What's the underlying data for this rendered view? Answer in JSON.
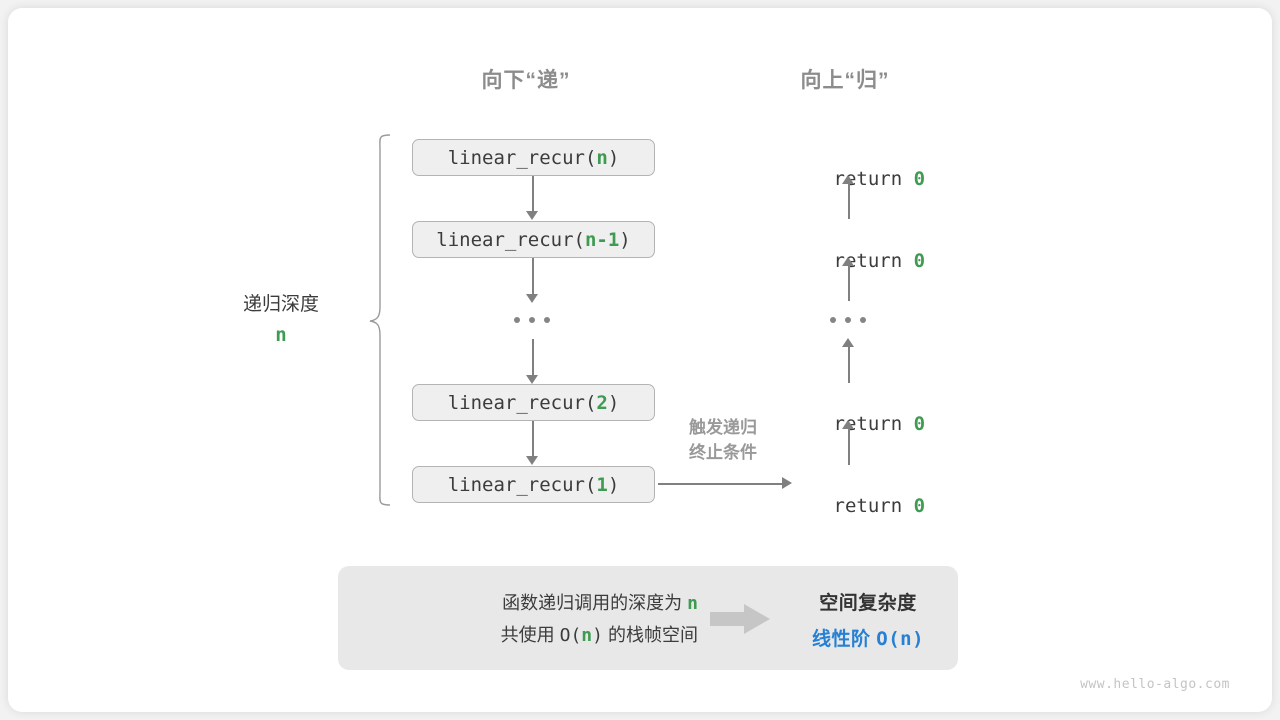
{
  "headers": {
    "down": "向下“递”",
    "up": "向上“归”"
  },
  "depth": {
    "label": "递归深度",
    "value": "n"
  },
  "calls": [
    {
      "prefix": "linear_recur(",
      "arg": "n",
      "suffix": ")"
    },
    {
      "prefix": "linear_recur(",
      "arg": "n-1",
      "suffix": ")"
    },
    {
      "prefix": "linear_recur(",
      "arg": "2",
      "suffix": ")"
    },
    {
      "prefix": "linear_recur(",
      "arg": "1",
      "suffix": ")"
    }
  ],
  "returns": [
    {
      "keyword": "return ",
      "value": "0"
    },
    {
      "keyword": "return ",
      "value": "0"
    },
    {
      "keyword": "return ",
      "value": "0"
    },
    {
      "keyword": "return ",
      "value": "0"
    }
  ],
  "trigger_note": {
    "line1": "触发递归",
    "line2": "终止条件"
  },
  "summary": {
    "left_line1_a": "函数递归调用的深度为 ",
    "left_line1_b": "n",
    "left_line2_a": "共使用 ",
    "left_line2_b": "O(",
    "left_line2_c": "n",
    "left_line2_d": ")",
    "left_line2_e": " 的栈帧空间",
    "right_line1": "空间复杂度",
    "right_line2_a": "线性阶 ",
    "right_line2_b": "O(n)"
  },
  "footer": "www.hello-algo.com",
  "colors": {
    "green": "#3f9a52",
    "blue": "#2680d4",
    "gray_text": "#3c3c3c",
    "header_gray": "#8c8c8c",
    "arrow_gray": "#808080",
    "box_fill": "#efefef",
    "box_border": "#b4b4b4",
    "panel_fill": "#e8e8e8"
  }
}
